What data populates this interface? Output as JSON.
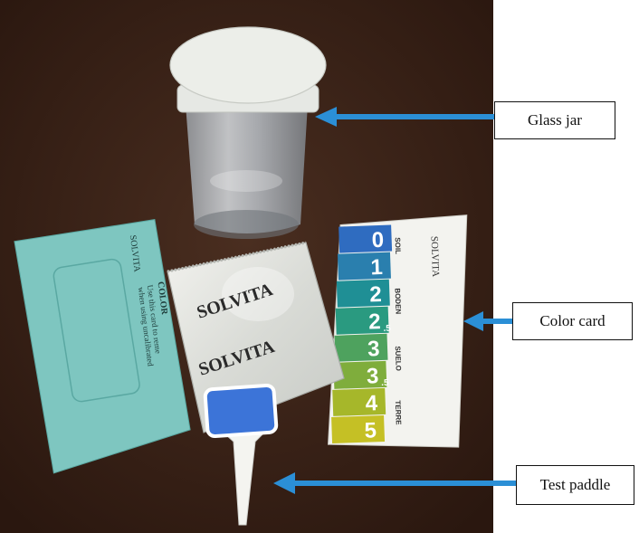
{
  "labels": {
    "glass_jar": "Glass jar",
    "color_card": "Color card",
    "test_paddle": "Test paddle"
  },
  "brand": "SOLVITA",
  "color_card": {
    "levels": [
      "0",
      "1",
      "2",
      "2",
      "3",
      "3",
      "4",
      "5"
    ],
    "halves": [
      "",
      "",
      "",
      ".5",
      "",
      ".5",
      "",
      ""
    ],
    "level_colors": [
      "#2f6cc0",
      "#2a7fae",
      "#1f8f95",
      "#2a9a80",
      "#4ea25e",
      "#7fad3c",
      "#a6b72a",
      "#c5c025"
    ],
    "languages": [
      "SOIL",
      "BODEN",
      "SUELO",
      "TERRE"
    ]
  },
  "teal_card_text": {
    "title": "COLOR",
    "line1": "Use this card to reme",
    "line2": "when using uncalibrated"
  },
  "colors": {
    "arrow": "#2b8fd6",
    "background": "#3a2418",
    "teal_card": "#7ec6c0",
    "lid": "#e6e8e4",
    "paddle_blue": "#3c74d8"
  }
}
